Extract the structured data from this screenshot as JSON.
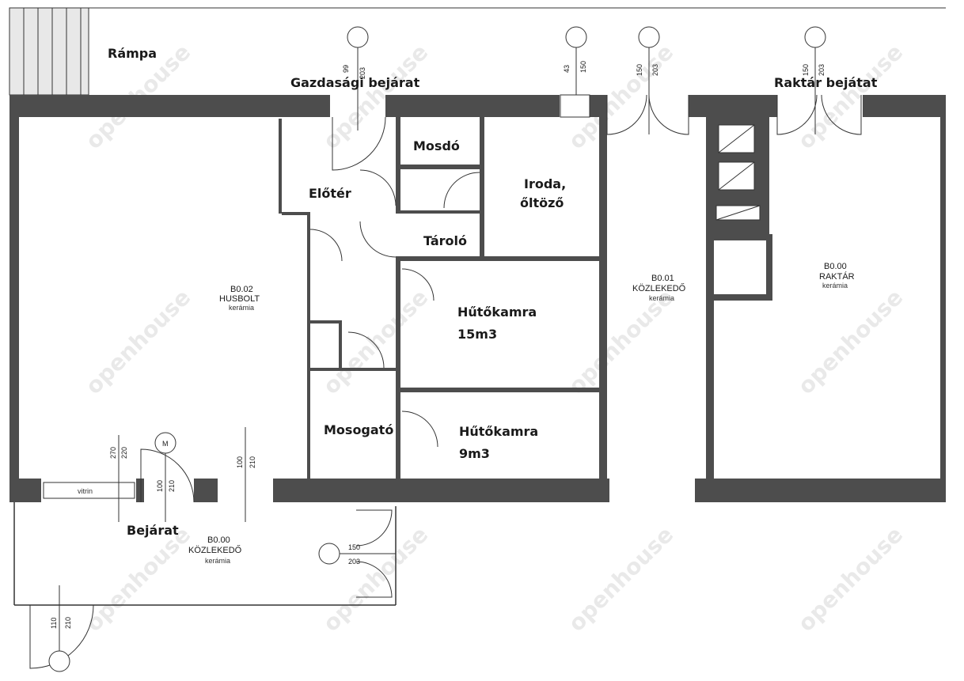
{
  "labels": {
    "rampa": "Rámpa",
    "gazdasagi_bejarat": "Gazdasági bejárat",
    "raktar_bejatat": "Raktár bejátat",
    "mosdo": "Mosdó",
    "eloter": "Előtér",
    "iroda_1": "Iroda,",
    "iroda_2": "őltöző",
    "tarolo": "Tároló",
    "hutokamra15_1": "Hűtőkamra",
    "hutokamra15_2": "15m3",
    "mosogato": "Mosogató",
    "hutokamra9_1": "Hűtőkamra",
    "hutokamra9_2": "9m3",
    "bejarat": "Bejárat"
  },
  "rooms": {
    "husbolt": {
      "code": "B0.02",
      "name": "HUSBOLT",
      "floor": "kerámia"
    },
    "kozlekedo_01": {
      "code": "B0.01",
      "name": "KÖZLEKEDŐ",
      "floor": "kerámia"
    },
    "raktar": {
      "code": "B0.00",
      "name": "RAKTÁR",
      "floor": "kerámia"
    },
    "kozlekedo_00": {
      "code": "B0.00",
      "name": "KÖZLEKEDŐ",
      "floor": "kerámia"
    }
  },
  "dimensions": {
    "d_top_1": [
      "99",
      "203"
    ],
    "d_top_2": [
      "43",
      "150"
    ],
    "d_top_3": [
      "150",
      "203"
    ],
    "d_top_4": [
      "150",
      "203"
    ],
    "d_left_1": [
      "270",
      "220"
    ],
    "d_left_2": [
      "100",
      "210"
    ],
    "d_left_3": [
      "100",
      "210"
    ],
    "d_bottom_door": [
      "150",
      "203"
    ],
    "d_bottom_left": [
      "110",
      "210"
    ]
  },
  "marks": {
    "vitrin": "vitrin",
    "m": "M"
  },
  "watermark": "openhouse"
}
